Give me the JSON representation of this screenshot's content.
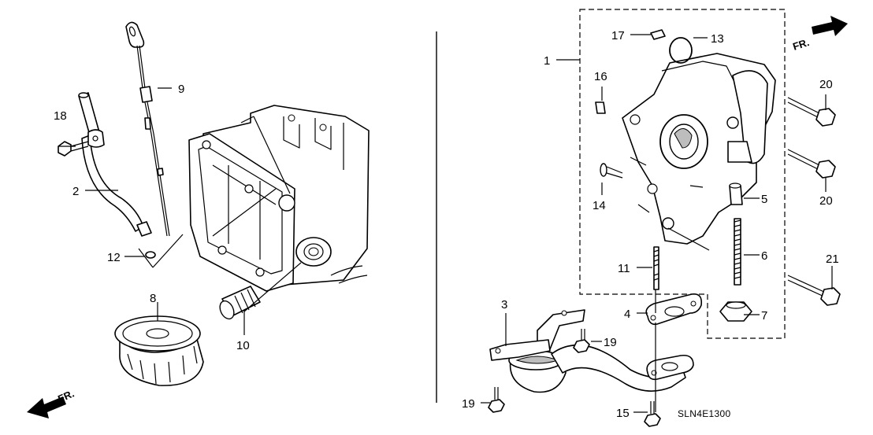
{
  "diagram": {
    "code": "SLN4E1300",
    "direction_left": "FR.",
    "direction_right": "FR.",
    "callouts": {
      "c1": "1",
      "c2": "2",
      "c3": "3",
      "c4": "4",
      "c5": "5",
      "c6": "6",
      "c7": "7",
      "c8": "8",
      "c9": "9",
      "c10": "10",
      "c11": "11",
      "c12": "12",
      "c13": "13",
      "c14": "14",
      "c15": "15",
      "c16": "16",
      "c17": "17",
      "c18": "18",
      "c19a": "19",
      "c19b": "19",
      "c20a": "20",
      "c20b": "20",
      "c21": "21"
    }
  }
}
